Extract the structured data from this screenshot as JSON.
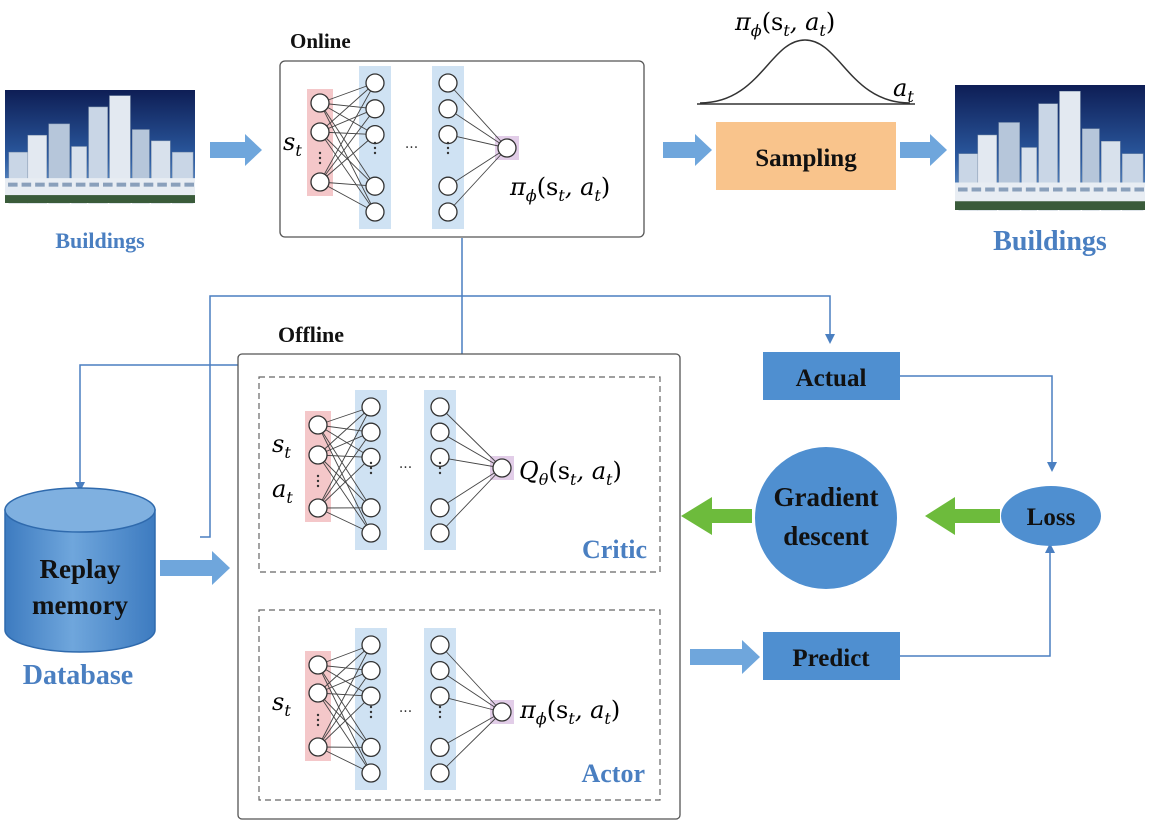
{
  "online": {
    "title": "Online",
    "input_label": {
      "base": "s",
      "sub": "t"
    },
    "output_label": {
      "base": "π",
      "sub": "ϕ",
      "args": "(s",
      "args_sub": "t",
      "args_mid": ", a",
      "args_sub2": "t",
      "args_end": ")"
    }
  },
  "distribution": {
    "label": {
      "base": "π",
      "sub": "ϕ",
      "args": "(s",
      "args_sub": "t",
      "args_mid": ", a",
      "args_sub2": "t",
      "args_end": ")"
    },
    "axis_label": {
      "base": "a",
      "sub": "t"
    }
  },
  "sampling": {
    "label": "Sampling"
  },
  "buildings_left": {
    "label": "Buildings"
  },
  "buildings_right": {
    "label": "Buildings"
  },
  "offline": {
    "title": "Offline"
  },
  "critic": {
    "label": "Critic",
    "input_label_1": {
      "base": "s",
      "sub": "t"
    },
    "input_label_2": {
      "base": "a",
      "sub": "t"
    },
    "output_label": {
      "base": "Q",
      "sub": "θ",
      "args": "(s",
      "args_sub": "t",
      "args_mid": ", a",
      "args_sub2": "t",
      "args_end": ")"
    }
  },
  "actor": {
    "label": "Actor",
    "input_label": {
      "base": "s",
      "sub": "t"
    },
    "output_label": {
      "base": "π",
      "sub": "ϕ",
      "args": "(s",
      "args_sub": "t",
      "args_mid": ", a",
      "args_sub2": "t",
      "args_end": ")"
    }
  },
  "replay": {
    "line1": "Replay",
    "line2": "memory",
    "caption": "Database"
  },
  "actual": {
    "label": "Actual"
  },
  "predict": {
    "label": "Predict"
  },
  "gradient": {
    "line1": "Gradient",
    "line2": "descent"
  },
  "loss": {
    "label": "Loss"
  },
  "ellipsis": "···",
  "colors": {
    "blue": "#4a7fc1",
    "box_blue": "#4f8fd0",
    "node_col_pink": "#f4c7c9",
    "node_col_blue": "#cfe2f3",
    "output_purple": "#e2cde8",
    "sampling_orange": "#f9c48c",
    "green_arrow": "#6dbb3c",
    "arrow_blue": "#6fa6dc"
  }
}
